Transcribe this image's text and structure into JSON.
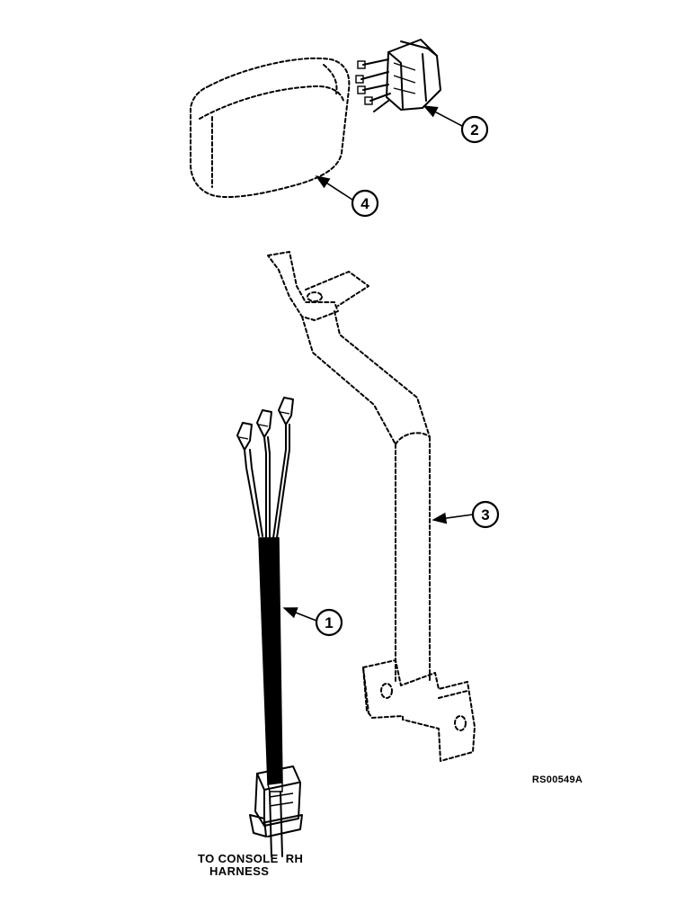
{
  "diagram": {
    "callouts": [
      {
        "id": "1",
        "label": "1"
      },
      {
        "id": "2",
        "label": "2"
      },
      {
        "id": "3",
        "label": "3"
      },
      {
        "id": "4",
        "label": "4"
      }
    ],
    "reference_code": "RS00549A",
    "note_line1": "TO CONSOLE  RH",
    "note_line2": "HARNESS"
  }
}
